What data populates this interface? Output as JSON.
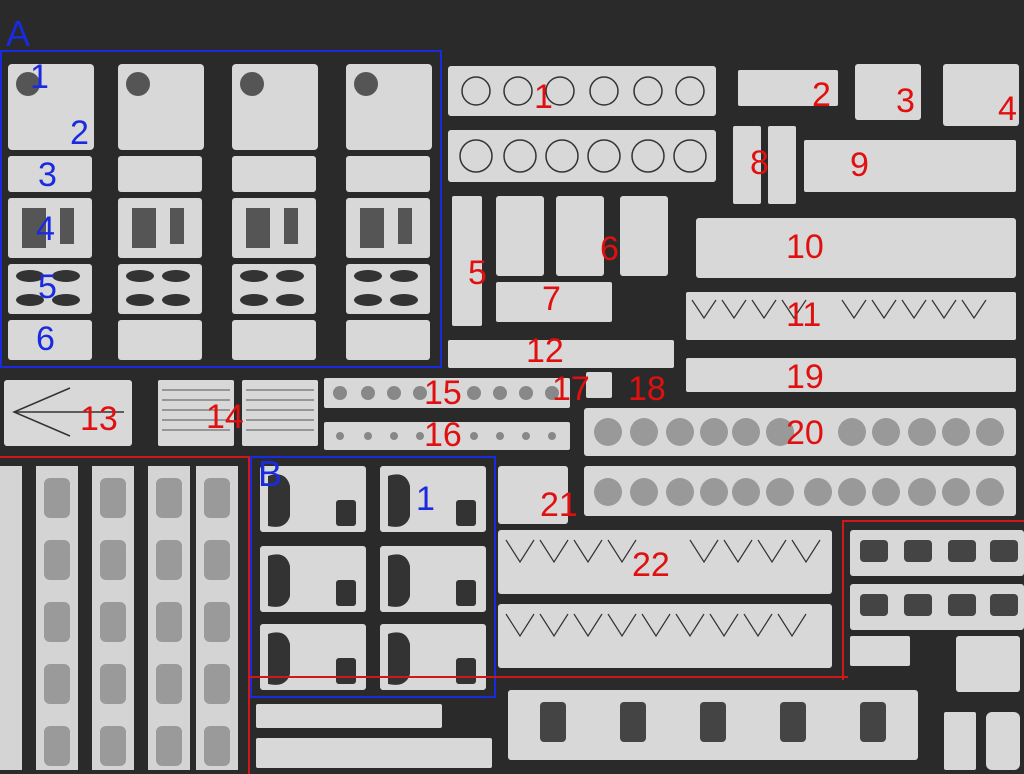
{
  "sections": [
    {
      "id": "A",
      "letter": "A",
      "color": "#1a2ae0"
    },
    {
      "id": "B",
      "letter": "B",
      "color": "#1a2ae0"
    }
  ],
  "frame_colors": {
    "blue": "#1a2ae0",
    "red": "#d01818"
  },
  "section_a_labels": [
    "1",
    "2",
    "3",
    "4",
    "5",
    "6"
  ],
  "section_b_labels": [
    "1"
  ],
  "red_labels": [
    "1",
    "2",
    "3",
    "4",
    "5",
    "6",
    "7",
    "8",
    "9",
    "10",
    "11",
    "12",
    "13",
    "14",
    "15",
    "16",
    "17",
    "18",
    "19",
    "20",
    "21",
    "22"
  ]
}
